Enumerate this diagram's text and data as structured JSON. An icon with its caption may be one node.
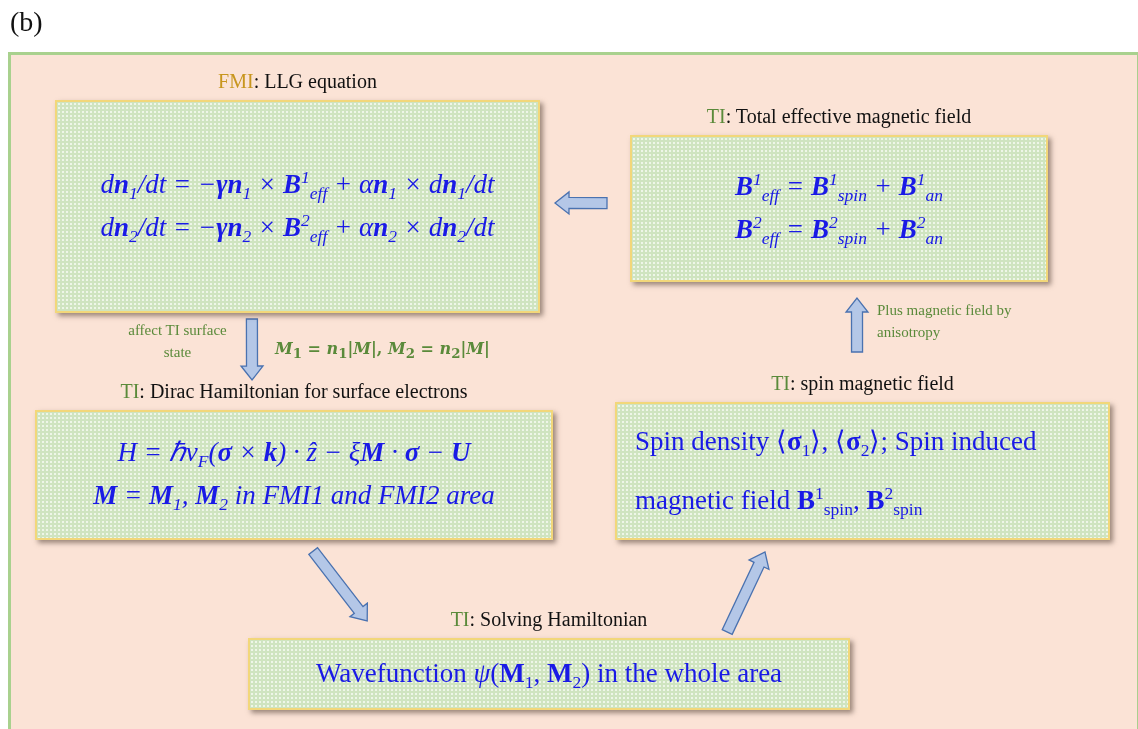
{
  "diagram": {
    "nodes": [
      {
        "text": [
          "FMI: LLG equation",
          "d**n**$_{1}$/dt = −**γn**$_{1}$ × **B**$^{1}$$_{eff}$ + α**n**$_{1}$ × d**n**$_{1}$/dt",
          "d**n**$_{2}$/dt = −**γn**$_{2}$ × **B**$^{2}$$_{eff}$ + α**n**$_{2}$ × d**n**$_{2}$/dt"
        ]
      },
      {
        "text": [
          "TI: Total effective magnetic field",
          "**B**$^{1}$$_{eff}$ = **B**$^{1}$$_{spin}$ + **B**$^{1}$$_{an}$",
          "**B**$^{2}$$_{eff}$ = **B**$^{2}$$_{spin}$ + **B**$^{2}$$_{an}$"
        ]
      },
      {
        "text": [
          "TI: Dirac Hamiltonian for surface electrons",
          "*H* = ℏv$_{F}$(**σ** × **k**) · *ẑ* − ξ**M** · **σ** − **U**",
          "**M** = **M**$_{1}$, **M**$_{2}$ in FMI1 and FMI2 area"
        ]
      },
      {
        "text": [
          "TI: spin magnetic field",
          "Spin density ⟨**σ**$_{1}$⟩, ⟨**σ**$_{2}$⟩; Spin induced magnetic field **B**$^{1}$$_{spin}$, **B**$^{2}$$_{spin}$"
        ]
      },
      {
        "text": [
          "TI: Solving Hamiltonian",
          "Wavefunction *ψ*(**M**$_{1}$, **M**$_{2}$) in the whole area"
        ]
      }
    ],
    "edges": [
      {
        "from": 1,
        "to": 0,
        "arrow": "to"
      },
      {
        "from": 0,
        "to": 2,
        "arrow": "to",
        "label": "affect TI surface state"
      },
      {
        "from": 2,
        "to": 4,
        "arrow": "to"
      },
      {
        "from": 4,
        "to": 3,
        "arrow": "to"
      },
      {
        "from": 3,
        "to": 1,
        "arrow": "to",
        "label": "Plus magnetic field by anisotropy"
      }
    ],
    "labels": [
      "(b)",
      "*M*$_{1}$ = *n*$_{1}$|*M*|, *M*$_{2}$ = *n*$_{2}$|*M*|"
    ]
  }
}
